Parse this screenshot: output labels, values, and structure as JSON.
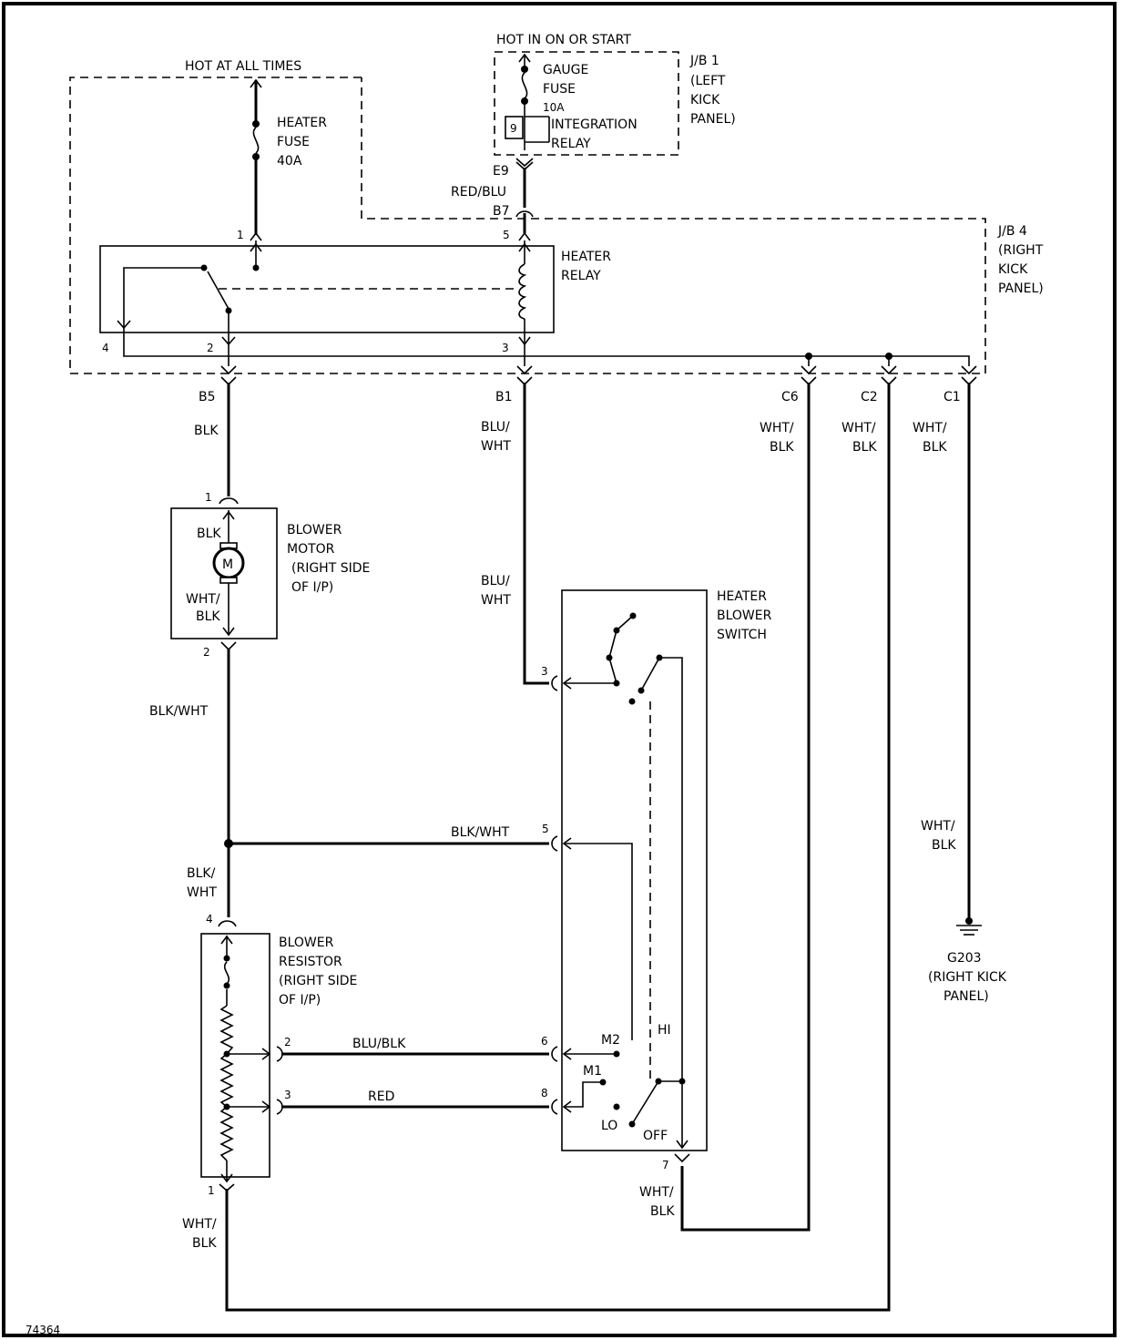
{
  "labels": {
    "hot_at_all_times": "HOT AT ALL TIMES",
    "hot_in_on_or_start": "HOT IN ON OR START",
    "figure_number": "74364"
  },
  "components": {
    "heater_fuse": [
      "HEATER",
      "FUSE",
      "40A"
    ],
    "gauge_fuse": [
      "GAUGE",
      "FUSE",
      "10A"
    ],
    "integration_relay": [
      "INTEGRATION",
      "RELAY"
    ],
    "integration_relay_pin": "9",
    "jb1": [
      "J/B 1",
      "(LEFT",
      "KICK",
      "PANEL)"
    ],
    "jb4": [
      "J/B 4",
      "(RIGHT",
      "KICK",
      "PANEL)"
    ],
    "heater_relay": [
      "HEATER",
      "RELAY"
    ],
    "blower_motor": [
      "BLOWER",
      "MOTOR",
      "(RIGHT SIDE",
      "OF I/P)"
    ],
    "motor_symbol": "M",
    "heater_blower_switch": [
      "HEATER",
      "BLOWER",
      "SWITCH"
    ],
    "blower_resistor": [
      "BLOWER",
      "RESISTOR",
      "(RIGHT SIDE",
      "OF I/P)"
    ],
    "ground": [
      "G203",
      "(RIGHT KICK",
      "PANEL)"
    ]
  },
  "connectors": {
    "e9": "E9",
    "b7": "B7",
    "b5": "B5",
    "b1": "B1",
    "c6": "C6",
    "c2": "C2",
    "c1": "C1"
  },
  "pins": {
    "relay_1": "1",
    "relay_5": "5",
    "relay_4": "4",
    "relay_2": "2",
    "relay_3": "3",
    "motor_1": "1",
    "motor_2": "2",
    "switch_3": "3",
    "switch_5": "5",
    "switch_6": "6",
    "switch_8": "8",
    "switch_7": "7",
    "resistor_4": "4",
    "resistor_2": "2",
    "resistor_3": "3",
    "resistor_1": "1"
  },
  "switch_positions": {
    "m2": "M2",
    "m1": "M1",
    "lo": "LO",
    "off": "OFF",
    "hi": "HI"
  },
  "wires": {
    "red_blu": "RED/BLU",
    "blk_b5": "BLK",
    "blu_wht_b1": [
      "BLU/",
      "WHT"
    ],
    "blu_wht_sw": [
      "BLU/",
      "WHT"
    ],
    "wht_blk_c6": [
      "WHT/",
      "BLK"
    ],
    "wht_blk_c2": [
      "WHT/",
      "BLK"
    ],
    "wht_blk_c1": [
      "WHT/",
      "BLK"
    ],
    "motor_blk": "BLK",
    "motor_wht_blk": [
      "WHT/",
      "BLK"
    ],
    "blk_wht_vertical": "BLK/WHT",
    "blk_wht_horizontal": "BLK/WHT",
    "blk_wht_resistor": [
      "BLK/",
      "WHT"
    ],
    "blu_blk": "BLU/BLK",
    "red": "RED",
    "wht_blk_switch7": [
      "WHT/",
      "BLK"
    ],
    "wht_blk_ground": [
      "WHT/",
      "BLK"
    ],
    "wht_blk_resistor1": [
      "WHT/",
      "BLK"
    ]
  }
}
